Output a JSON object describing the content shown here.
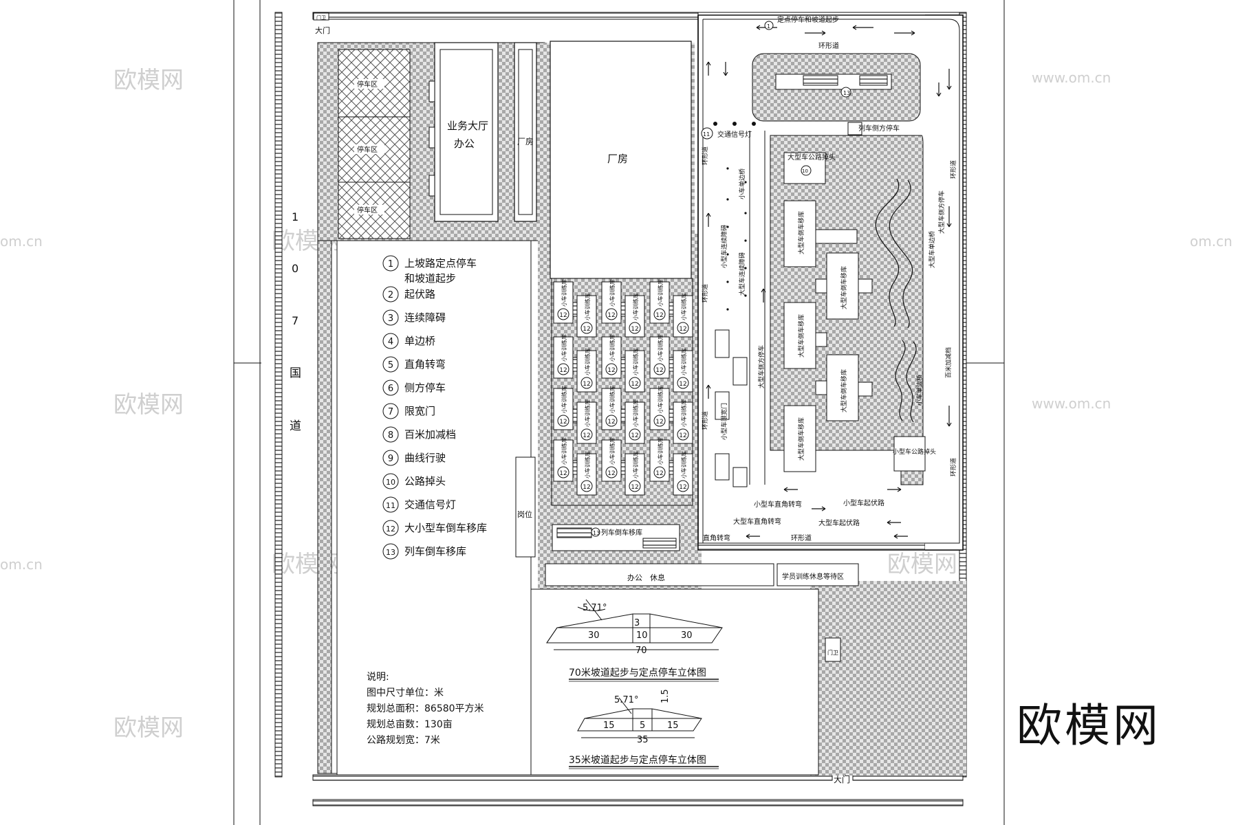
{
  "page": {
    "gates": [
      "大门",
      "大门"
    ],
    "booth_labels": [
      "门卫",
      "门卫"
    ],
    "road_name_chars": [
      "1",
      "0",
      "7",
      "国",
      "道"
    ],
    "buildings": {
      "hall_office": [
        "业务大厅",
        "办公"
      ],
      "factory_small": "厂房",
      "factory_large": "厂房",
      "guard_post": "岗位",
      "office_rest": "办公　休息",
      "waiting_area": "学员训练休息等待区",
      "parking_cells": [
        "停车区",
        "停车区",
        "停车区"
      ]
    },
    "track_labels": {
      "top_start": "定点停车和坡道起步",
      "ring_road": "环形道",
      "traffic_light": "交通信号灯",
      "train_side_parking": "列车侧方停车",
      "large_uturn": "大型车公路掉头",
      "large_single_bridge": "大型车单边桥",
      "large_side_parking": "大型车侧方停车",
      "hundred_meter": "百米加减档",
      "small_uturn": "小型车公路掉头",
      "small_single_bridge": "小车单边桥",
      "small_obstacle": "小型车连续障碍",
      "small_width_gate": "小型车限宽门",
      "large_reverse": "大型车倒车移库",
      "large_obstacle": "大型车连续障碍",
      "large_side_parking_left": "大型车侧方停车",
      "small_right_turn": "小型车直角转弯",
      "small_undulating": "小型车起伏路",
      "large_right_turn": "大型车直角转弯",
      "large_undulating": "大型车起伏路",
      "right_turn_bottom": "直角转弯",
      "train_reverse": "列车倒车移库",
      "small_training_slot": "小车训练库"
    },
    "legend": [
      {
        "num": "1",
        "text": "上坡路定点停车",
        "text2": "和坡道起步"
      },
      {
        "num": "2",
        "text": "起伏路"
      },
      {
        "num": "3",
        "text": "连续障碍"
      },
      {
        "num": "4",
        "text": "单边桥"
      },
      {
        "num": "5",
        "text": "直角转弯"
      },
      {
        "num": "6",
        "text": "侧方停车"
      },
      {
        "num": "7",
        "text": "限宽门"
      },
      {
        "num": "8",
        "text": "百米加减档"
      },
      {
        "num": "9",
        "text": "曲线行驶"
      },
      {
        "num": "10",
        "text": "公路掉头"
      },
      {
        "num": "11",
        "text": "交通信号灯"
      },
      {
        "num": "12",
        "text": "大小型车倒车移库"
      },
      {
        "num": "13",
        "text": "列车倒车移库"
      }
    ],
    "notes": {
      "heading": "说明:",
      "lines": [
        "图中尺寸单位：米",
        "规划总面积：86580平方米",
        "规划总亩数：130亩",
        "公路规划宽：7米"
      ]
    },
    "ramp70": {
      "angle": "5.71°",
      "height": "3",
      "seg_left": "30",
      "seg_mid": "10",
      "seg_right": "30",
      "total": "70",
      "caption": "70米坡道起步与定点停车立体图"
    },
    "ramp35": {
      "angle": "5.71°",
      "height": "1.5",
      "seg_left": "15",
      "seg_mid": "5",
      "seg_right": "15",
      "total": "35",
      "caption": "35米坡道起步与定点停车立体图"
    },
    "watermark": {
      "brand": "欧模网",
      "url": "www.om.cn",
      "url_short": "om.cn"
    }
  },
  "colors": {
    "line": "#111111",
    "grid_fill": "#d9d9d9",
    "watermark": "#cfcfcf"
  }
}
